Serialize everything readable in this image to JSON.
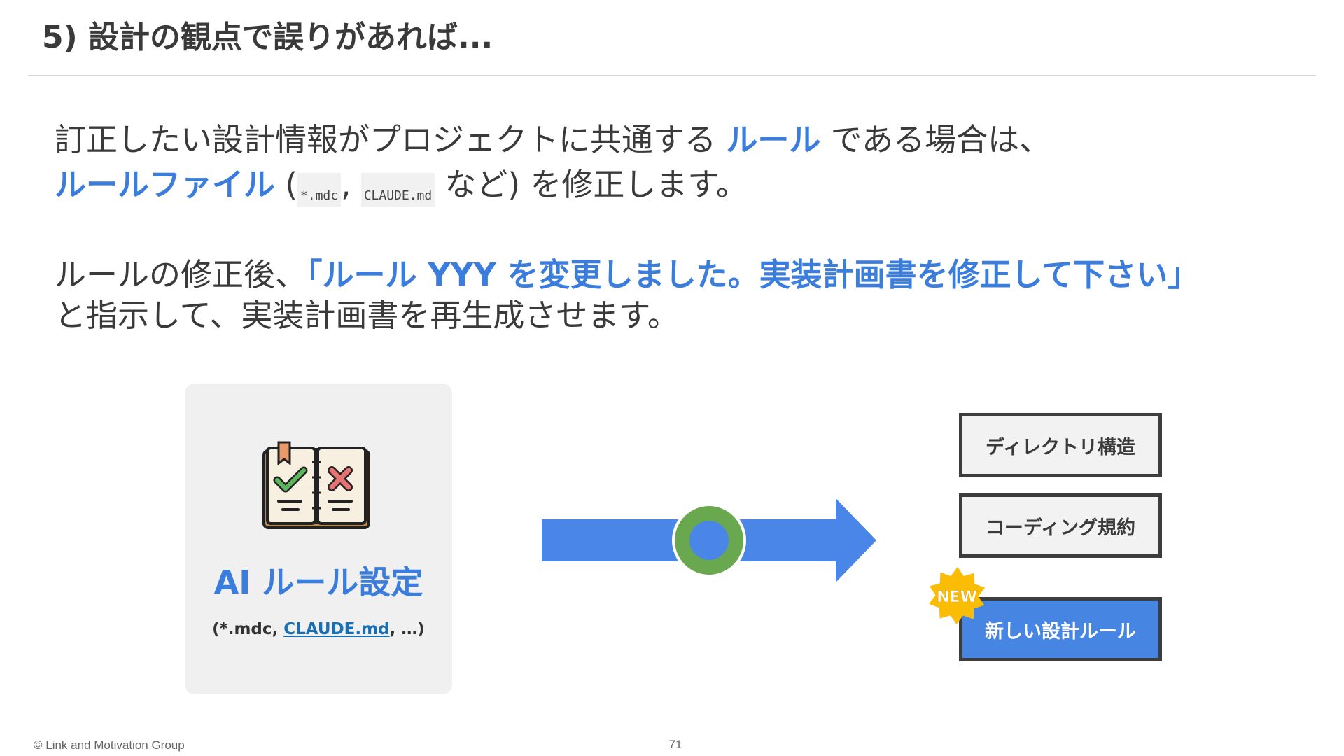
{
  "title": "5) 設計の観点で誤りがあれば...",
  "para1": {
    "line1_a": "訂正したい設計情報がプロジェクトに共通する ",
    "line1_hl": "ルール",
    "line1_b": " である場合は、",
    "line2_hl": "ルールファイル",
    "line2_a": " (",
    "code1": "*.mdc",
    "sep": ", ",
    "code2": "CLAUDE.md",
    "line2_b": " など) を修正します。"
  },
  "para2": {
    "line1_a": "ルールの修正後、",
    "line1_hl": "「ルール YYY を変更しました。実装計画書を修正して下さい」",
    "line2": "と指示して、実装計画書を再生成させます。"
  },
  "card": {
    "icon": "rule-book-icon",
    "title": "AI ルール設定",
    "sub_open": "(*.mdc, ",
    "sub_link": "CLAUDE.md",
    "sub_close": ", …)"
  },
  "rules": {
    "item1": "ディレクトリ構造",
    "item2": "コーディング規約",
    "item3": "新しい設計ルール",
    "badge": "NEW"
  },
  "colors": {
    "accent": "#3b7ddd",
    "arrow": "#4a86e8",
    "ring": "#6aa84f",
    "new_box": "#4785e3",
    "badge": "#fbbc04"
  },
  "footer": {
    "copyright": "© Link and Motivation Group",
    "page": "71"
  }
}
